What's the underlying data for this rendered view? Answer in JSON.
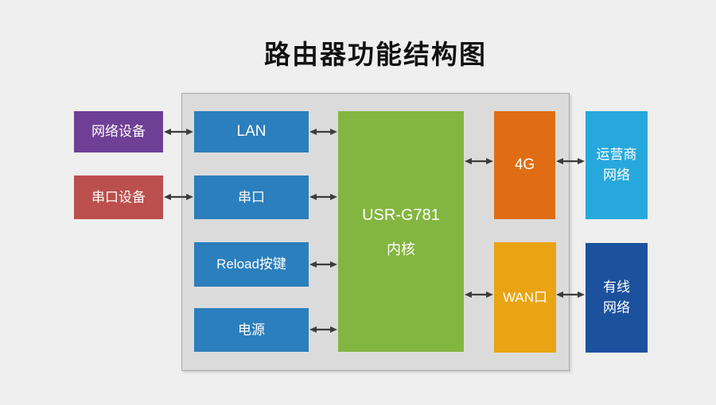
{
  "title": "路由器功能结构图",
  "colors": {
    "background": "#efefef",
    "panel_fill": "#dbdbdb",
    "panel_border": "#aaaaaa",
    "arrow": "#3c3c3c",
    "box_text": "#ffffff",
    "title_text": "#121212",
    "purple": "#6f3f96",
    "red": "#bb4f4d",
    "blue": "#2b7fbc",
    "green": "#83b640",
    "orange": "#e06d13",
    "amber": "#eaa413",
    "light_blue": "#27a8dc",
    "dark_blue": "#1c519e"
  },
  "external_left": [
    {
      "label": "网络设备",
      "color": "#6f3f96"
    },
    {
      "label": "串口设备",
      "color": "#bb4f4d"
    }
  ],
  "internal_modules": [
    {
      "label": "LAN",
      "color": "#2b7fbc"
    },
    {
      "label": "串口",
      "color": "#2b7fbc"
    },
    {
      "label": "Reload按键",
      "color": "#2b7fbc"
    },
    {
      "label": "电源",
      "color": "#2b7fbc"
    }
  ],
  "core": {
    "model": "USR-G781",
    "subtitle": "内核",
    "color": "#83b640"
  },
  "wan_interfaces": [
    {
      "label": "4G",
      "color": "#e06d13"
    },
    {
      "label": "WAN口",
      "color": "#eaa413"
    }
  ],
  "external_right": [
    {
      "line1": "运营商",
      "line2": "网络",
      "color": "#27a8dc"
    },
    {
      "line1": "有线",
      "line2": "网络",
      "color": "#1c519e"
    }
  ]
}
